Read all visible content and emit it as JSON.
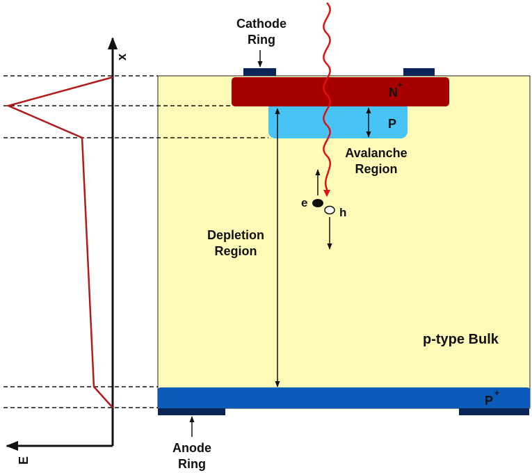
{
  "labels": {
    "cathode_line1": "Cathode",
    "cathode_line2": "Ring",
    "anode_line1": "Anode",
    "anode_line2": "Ring",
    "n_plus": "N",
    "n_plus_sup": "+",
    "p_layer": "P",
    "avalanche_line1": "Avalanche",
    "avalanche_line2": "Region",
    "depletion_line1": "Depletion",
    "depletion_line2": "Region",
    "bulk": "p-type Bulk",
    "p_plus": "P",
    "p_plus_sup": "+",
    "electron": "e",
    "hole": "h",
    "axis_x": "x",
    "axis_e": "E"
  },
  "colors": {
    "bulk": "#fefbb8",
    "n_plus": "#a80000",
    "p_layer": "#47c3f6",
    "p_plus": "#0a5cb8",
    "electrode": "#0c2558",
    "field_profile": "#b01c1c",
    "photon": "#e01010"
  }
}
